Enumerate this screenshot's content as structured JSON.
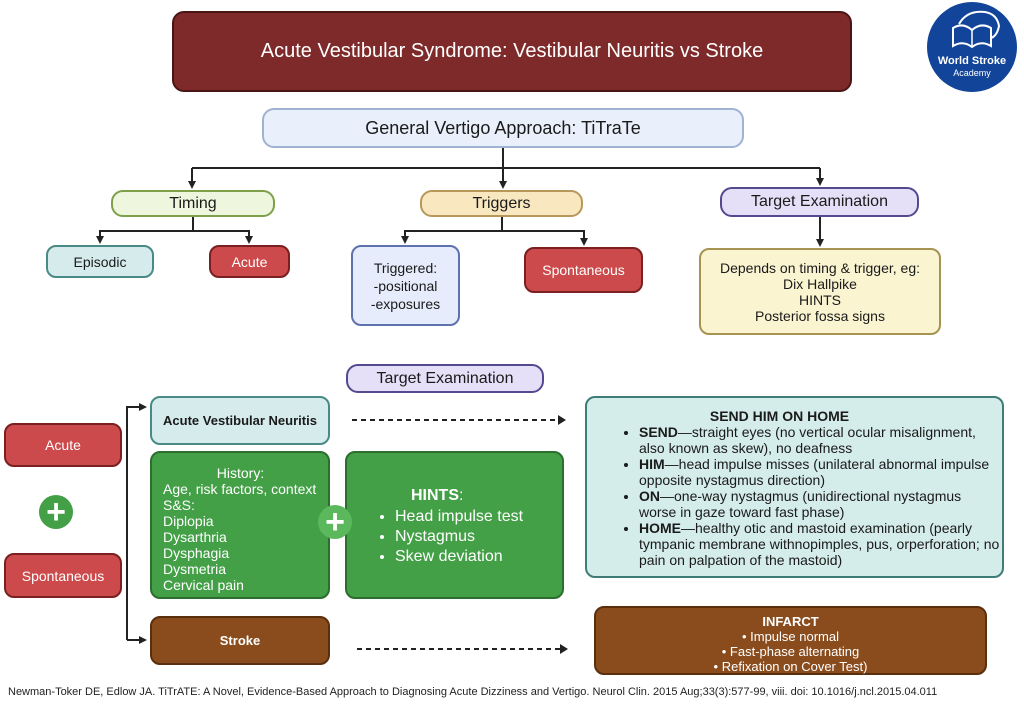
{
  "title": "Acute Vestibular Syndrome: Vestibular Neuritis vs Stroke",
  "logo": {
    "name": "World Stroke",
    "sub": "Academy",
    "icon": "book-brain-icon"
  },
  "approach": "General  Vertigo Approach: TiTraTe",
  "branches": {
    "timing": {
      "label": "Timing",
      "children": [
        "Episodic",
        "Acute"
      ]
    },
    "triggers": {
      "label": "Triggers",
      "children": [
        [
          "Triggered:",
          "-positional",
          "-exposures"
        ],
        "Spontaneous"
      ]
    },
    "target": {
      "label": "Target Examination",
      "detail": [
        "Depends on timing & trigger, eg:",
        "Dix Hallpike",
        "HINTS",
        "Posterior fossa signs"
      ]
    }
  },
  "lower": {
    "target_label": "Target Examination",
    "inputs": [
      "Acute",
      "Spontaneous"
    ],
    "outcomes": [
      "Acute Vestibular Neuritis",
      "Stroke"
    ],
    "history": {
      "title": "History:",
      "lines": [
        "Age, risk factors, context",
        "S&S:",
        "Diplopia",
        "Dysarthria",
        "Dysphagia",
        "Dysmetria",
        "Cervical pain"
      ]
    },
    "hints": {
      "title": "HINTS",
      "suffix": ":",
      "items": [
        "Head impulse test",
        "Nystagmus",
        "Skew deviation"
      ]
    },
    "send_him": {
      "title": "SEND HIM ON  HOME",
      "items": [
        {
          "key": "SEND",
          "text": "—straight eyes (no vertical ocular misalignment, also  known as skew), no deafness"
        },
        {
          "key": "HIM",
          "text": "—head impulse misses (unilateral abnormal impulse  opposite nystagmus direction)"
        },
        {
          "key": "ON",
          "text": "—one-way nystagmus (unidirectional nystagmus worse in gaze toward fast phase)"
        },
        {
          "key": "HOME",
          "text": "—healthy otic and mastoid examination (pearly  tympanic membrane withnopimples, pus, orperforation;  no pain on palpation of the mastoid)"
        }
      ]
    },
    "infarct": {
      "title": "INFARCT",
      "items": [
        "Impulse normal",
        "Fast-phase alternating",
        "Refixation on Cover Test)"
      ]
    }
  },
  "citation": "Newman-Toker DE, Edlow JA. TiTrATE: A Novel, Evidence-Based Approach to Diagnosing Acute Dizziness and Vertigo. Neurol Clin. 2015 Aug;33(3):577-99, viii. doi: 10.1016/j.ncl.2015.04.011",
  "colors": {
    "title_bg": "#7f2a2a",
    "red": "#cc4a4b",
    "green": "#43a047",
    "brown": "#8b4c1d",
    "teal_light": "#d4ecea",
    "purple_light": "#e5e0f8",
    "logo_blue": "#12449a"
  }
}
